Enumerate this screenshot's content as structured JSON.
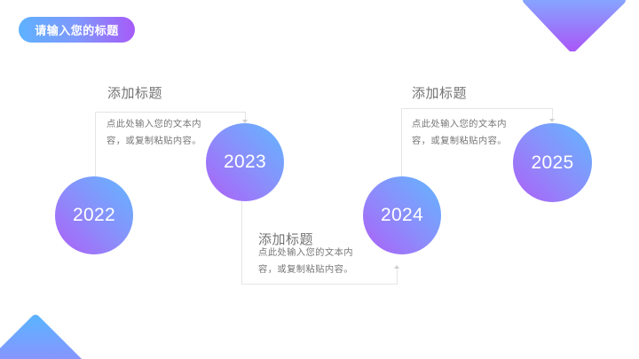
{
  "header": {
    "title": "请输入您的标题"
  },
  "theme": {
    "gradient_blue": "#5eb1ff",
    "gradient_purple": "#a65bf8",
    "heading_color": "#737373",
    "body_color": "#777777",
    "line_color": "#e5e5e5"
  },
  "timeline": [
    {
      "year": "2022",
      "heading": "添加标题",
      "body": [
        "点此处输入您的文本内",
        "容，或复制粘贴内容。"
      ]
    },
    {
      "year": "2023",
      "heading": "添加标题",
      "body": [
        "点此处输入您的文本内",
        "容，或复制粘贴内容。"
      ]
    },
    {
      "year": "2024",
      "heading": "添加标题",
      "body": [
        "点此处输入您的文本内",
        "容，或复制粘贴内容。"
      ]
    },
    {
      "year": "2025"
    }
  ]
}
